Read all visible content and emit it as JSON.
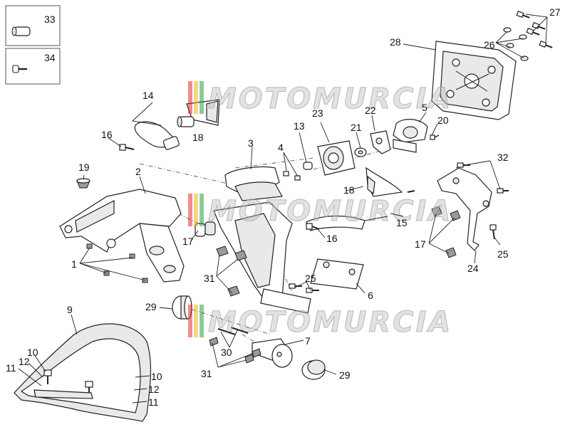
{
  "watermark": {
    "text": "MOTOMURCIA",
    "stripe_colors": [
      "#e03030",
      "#f0b020",
      "#30a040"
    ]
  },
  "callouts": {
    "c1": "1",
    "c2": "2",
    "c3": "3",
    "c4": "4",
    "c5": "5",
    "c6": "6",
    "c7": "7",
    "c9": "9",
    "c10a": "10",
    "c10b": "10",
    "c11a": "11",
    "c11b": "11",
    "c12a": "12",
    "c12b": "12",
    "c13": "13",
    "c14": "14",
    "c15": "15",
    "c16a": "16",
    "c16b": "16",
    "c17a": "17",
    "c17b": "17",
    "c18a": "18",
    "c18b": "18",
    "c19": "19",
    "c20": "20",
    "c21": "21",
    "c22": "22",
    "c23": "23",
    "c24": "24",
    "c25a": "25",
    "c25b": "25",
    "c26": "26",
    "c27": "27",
    "c28": "28",
    "c29a": "29",
    "c29b": "29",
    "c30": "30",
    "c31a": "31",
    "c31b": "31",
    "c32": "32",
    "c33": "33",
    "c34": "34"
  }
}
